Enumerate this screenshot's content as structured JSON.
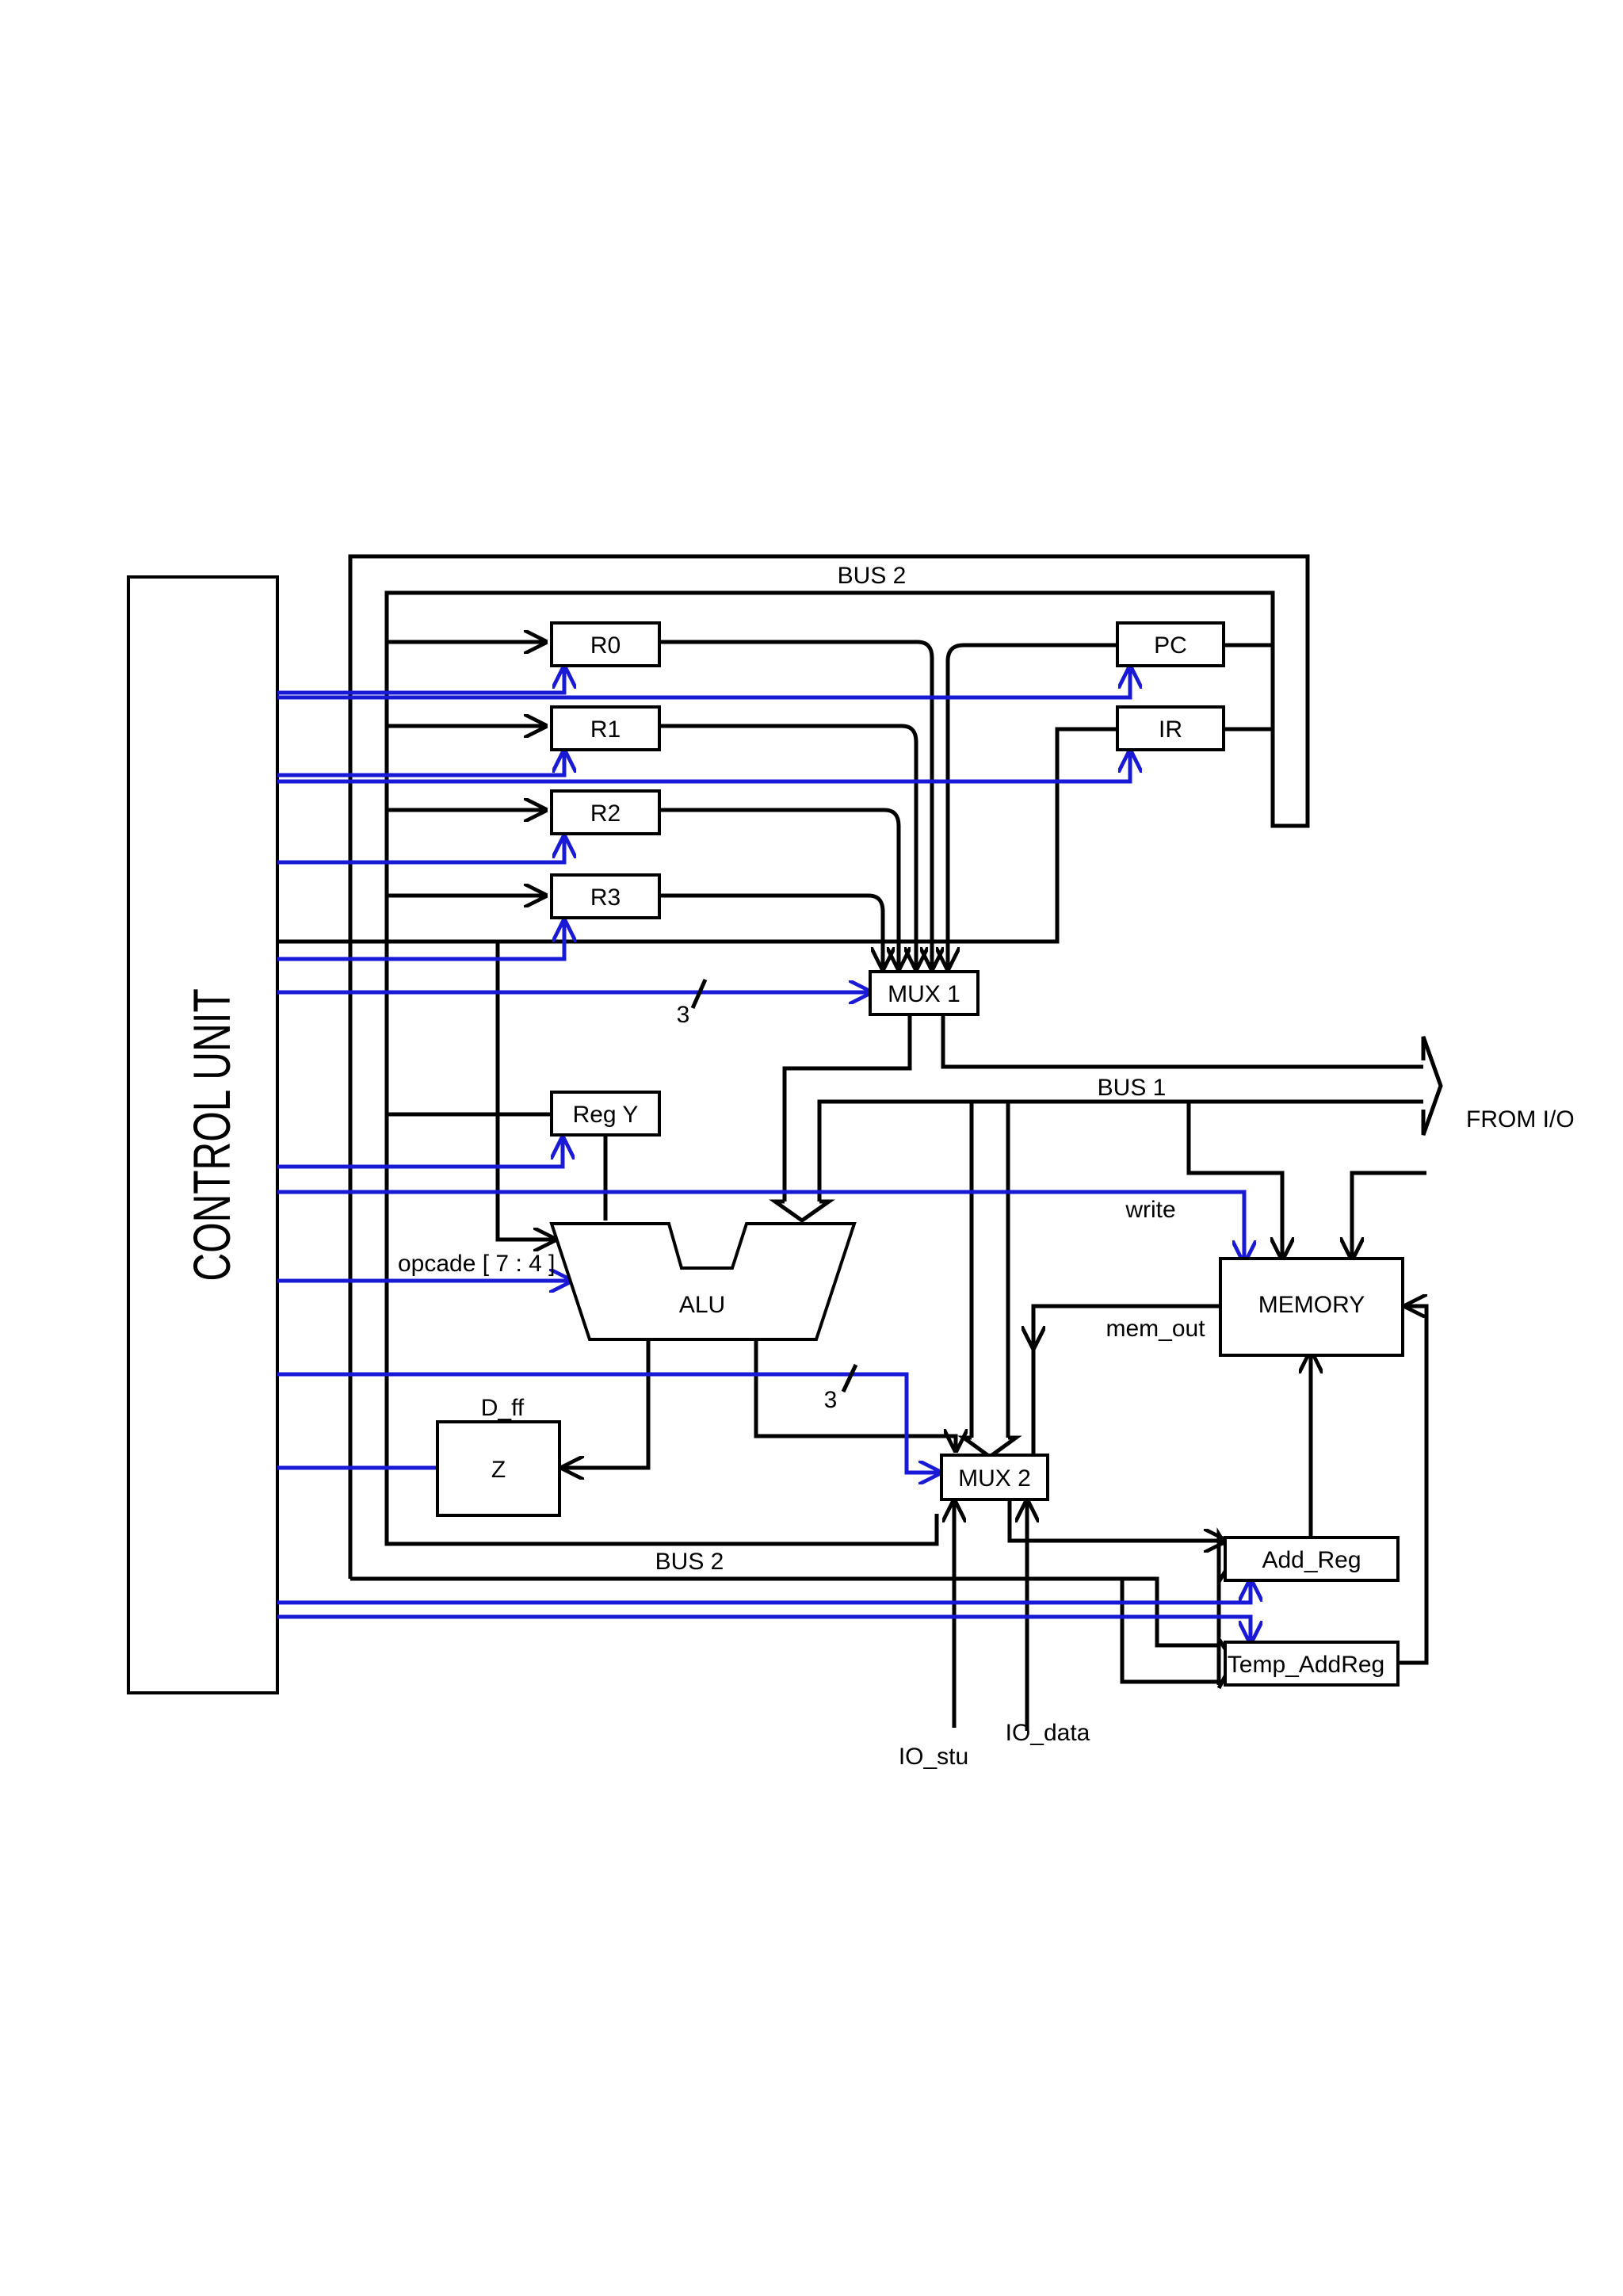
{
  "control_unit": {
    "label": "CONTROL UNIT"
  },
  "buses": {
    "bus2_top": "BUS 2",
    "bus2_bottom": "BUS 2",
    "bus1": "BUS 1",
    "from_io": "FROM I/O"
  },
  "registers": {
    "r0": "R0",
    "r1": "R1",
    "r2": "R2",
    "r3": "R3",
    "pc": "PC",
    "ir": "IR",
    "regy": "Reg Y",
    "z": "Z",
    "add_reg": "Add_Reg",
    "temp_addreg": "Temp_AddReg"
  },
  "labels": {
    "dff": "D_ff",
    "opcade": "opcade [ 7 : 4 ]",
    "mux1_width": "3",
    "mux2_width": "3",
    "write": "write",
    "mem_out": "mem_out",
    "io_stu": "IO_stu",
    "io_data": "IO_data"
  },
  "units": {
    "mux1": "MUX 1",
    "mux2": "MUX 2",
    "alu": "ALU",
    "memory": "MEMORY"
  }
}
